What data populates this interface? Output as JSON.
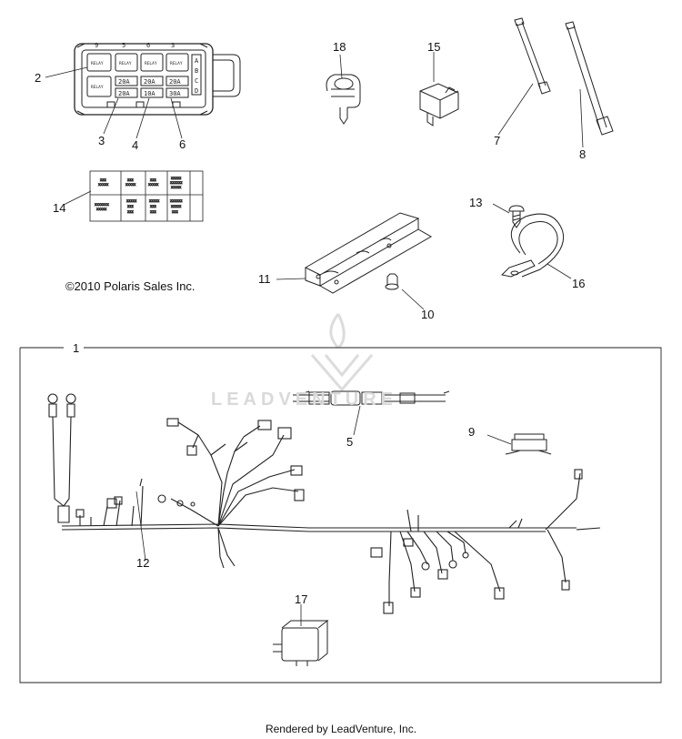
{
  "callouts": {
    "c1": "1",
    "c2": "2",
    "c3": "3",
    "c4": "4",
    "c5": "5",
    "c6": "6",
    "c7": "7",
    "c8": "8",
    "c9": "9",
    "c10": "10",
    "c11": "11",
    "c12": "12",
    "c13": "13",
    "c14": "14",
    "c15": "15",
    "c16": "16",
    "c17": "17",
    "c18": "18"
  },
  "fuse_box": {
    "top_numbers": [
      "9",
      "5",
      "6",
      "3"
    ],
    "relay_labels": [
      "RELAY",
      "RELAY",
      "RELAY",
      "RELAY",
      "RELAY"
    ],
    "fuse_ratings": [
      "20A",
      "20A",
      "20A",
      "20A",
      "10A",
      "30A"
    ],
    "row_letters": [
      "A",
      "B",
      "C",
      "D"
    ]
  },
  "copyright": "©2010 Polaris Sales Inc.",
  "watermark": "LEADVENTURE",
  "footer": "Rendered by LeadVenture, Inc."
}
